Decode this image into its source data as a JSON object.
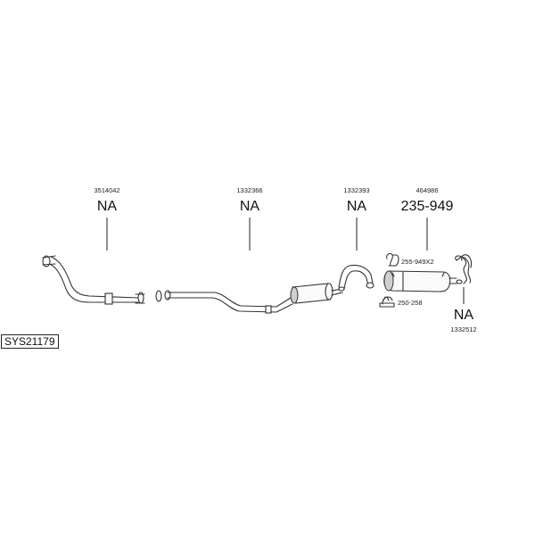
{
  "system_code": "SYS21179",
  "parts": [
    {
      "part_no": "3514042",
      "label": "NA"
    },
    {
      "part_no": "1332366",
      "label": "NA"
    },
    {
      "part_no": "1332393",
      "label": "NA"
    },
    {
      "part_no": "464986",
      "label": "235-949"
    },
    {
      "part_no": "1332512",
      "label": "NA"
    }
  ],
  "accessories": [
    {
      "label": "255-949X2",
      "icon": "hanger-icon"
    },
    {
      "label": "250-258",
      "icon": "clamp-icon"
    }
  ],
  "colors": {
    "line": "#333333",
    "muffler_shade": "#cfcfcf"
  }
}
